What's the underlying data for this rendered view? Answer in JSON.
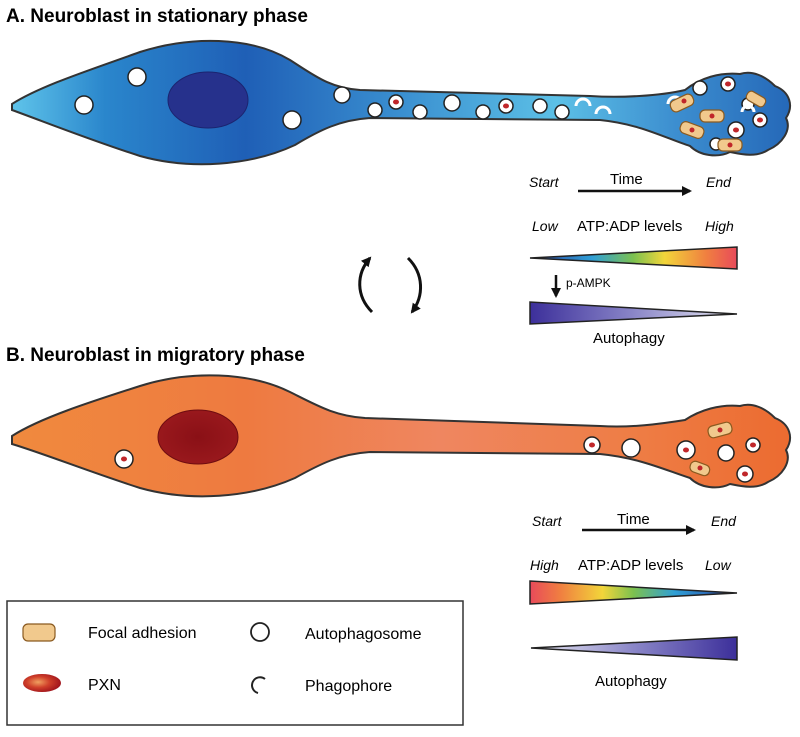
{
  "panel_a": {
    "title": "A. Neuroblast in stationary phase",
    "time_start": "Start",
    "time_label": "Time",
    "time_end": "End",
    "atp_left": "Low",
    "atp_label": "ATP:ADP levels",
    "atp_right": "High",
    "pampk_label": "p-AMPK",
    "autophagy_label": "Autophagy"
  },
  "panel_b": {
    "title": "B. Neuroblast in migratory phase",
    "time_start": "Start",
    "time_label": "Time",
    "time_end": "End",
    "atp_left": "High",
    "atp_label": "ATP:ADP levels",
    "atp_right": "Low",
    "autophagy_label": "Autophagy"
  },
  "legend": {
    "focal_adhesion": "Focal adhesion",
    "autophagosome": "Autophagosome",
    "pxn": "PXN",
    "phagophore": "Phagophore"
  },
  "colors": {
    "stationary_cell": "#2a6fc0",
    "migratory_cell": "#ef7a3c",
    "nucleus_stationary": "#25308a",
    "nucleus_migratory": "#8e1418",
    "focal_adhesion": "#f1c98d",
    "pxn": "#c0262a",
    "autophagy": "#4b3f9e"
  }
}
